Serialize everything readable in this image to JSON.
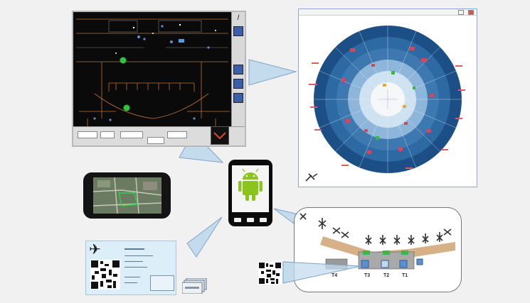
{
  "floor_map": {
    "toolbar_tool_glyph": "/",
    "icons": [
      "pencil-icon",
      "globe-icon",
      "zoom-icon"
    ]
  },
  "airport_map": {
    "terminal_labels": [
      "T4",
      "T3",
      "T2",
      "T1"
    ]
  },
  "colors": {
    "radar_outer": "#1b4f86",
    "radar_mid": "#3d78b1",
    "radar_light": "#8eb6da",
    "radar_pale": "#cfe2f1",
    "android_green": "#8bc41b",
    "arrow_fill": "#c4dbee",
    "arrow_stroke": "#7ea4c6",
    "walkway": "#d6b087"
  }
}
